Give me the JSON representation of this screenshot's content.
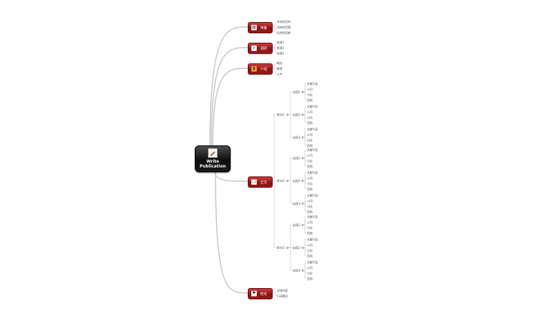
{
  "central": {
    "title_line1": "Write",
    "title_line2": "Publication",
    "icon": "notepad-pencil-icon"
  },
  "branches": [
    {
      "id": "prep",
      "label": "准备",
      "icon": "notebook-icon",
      "children": [
        "文档的目的",
        "文档的范围",
        "适合的读者"
      ]
    },
    {
      "id": "research",
      "label": "调研",
      "icon": "magnifier-icon",
      "children": [
        "来源1",
        "来源2",
        "来源3"
      ]
    },
    {
      "id": "intro",
      "label": "介绍",
      "icon": "book-icon",
      "children": [
        "概览",
        "展望",
        "公共"
      ]
    },
    {
      "id": "body",
      "label": "正文",
      "icon": "pages-icon",
      "chapters": [
        {
          "label": "章节1",
          "sections": [
            {
              "label": "议段1",
              "items": [
                "文献引证",
                "公司",
                "讨论",
                "范例"
              ]
            },
            {
              "label": "议段2",
              "items": [
                "文献引证",
                "公司",
                "讨论",
                "范例"
              ]
            },
            {
              "label": "议段3",
              "items": [
                "文献引证",
                "公司",
                "讨论",
                "范例"
              ]
            }
          ]
        },
        {
          "label": "章节2",
          "sections": [
            {
              "label": "议段1",
              "items": [
                "文献引证",
                "公司",
                "讨论",
                "范例"
              ]
            },
            {
              "label": "议段2",
              "items": [
                "文献引证",
                "公司",
                "讨论",
                "范例"
              ]
            },
            {
              "label": "议段3",
              "items": [
                "文献引证",
                "公司",
                "讨论",
                "范例"
              ]
            }
          ]
        },
        {
          "label": "章节3",
          "sections": [
            {
              "label": "议段1",
              "items": [
                "文献引证",
                "公司",
                "讨论",
                "范例"
              ]
            },
            {
              "label": "议段2",
              "items": [
                "文献引证",
                "公司",
                "讨论",
                "范例"
              ]
            },
            {
              "label": "议段3",
              "items": [
                "文献引证",
                "公司",
                "讨论",
                "范例"
              ]
            }
          ]
        }
      ]
    },
    {
      "id": "conclusion",
      "label": "结论",
      "icon": "checkered-flag-icon",
      "children": [
        "总结内容",
        "行动建议"
      ]
    }
  ],
  "colors": {
    "branch_fill": "#8f0f0f",
    "connector": "#c2c2c2",
    "central_fill": "#111111"
  }
}
